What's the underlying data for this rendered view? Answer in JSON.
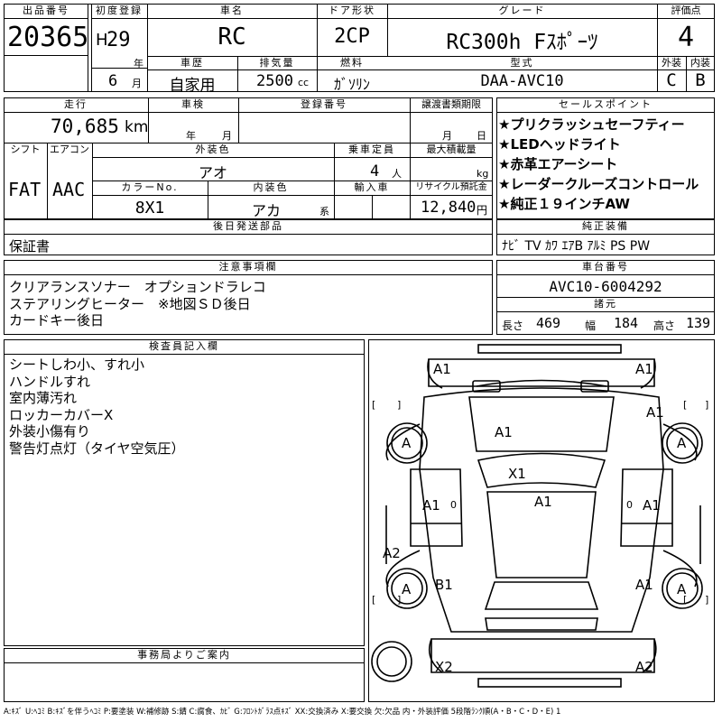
{
  "header": {
    "lot_label": "出品番号",
    "lot_no": "20365",
    "first_reg_label": "初度登録",
    "era": "H",
    "year": "29",
    "year_unit": "年",
    "month": "6",
    "month_unit": "月",
    "car_name_label": "車名",
    "car_name": "RC",
    "door_label": "ドア形状",
    "door": "2CP",
    "grade_label": "グレード",
    "grade": "RC300h Fｽﾎﾟｰﾂ",
    "score_label": "評価点",
    "score": "4",
    "history_label": "車歴",
    "history": "自家用",
    "disp_label": "排気量",
    "disp": "2500",
    "disp_unit": "cc",
    "fuel_label": "燃料",
    "fuel": "ｶﾞｿﾘﾝ",
    "model_label": "型式",
    "model": "DAA-AVC10",
    "ext_label": "外装",
    "ext_grade": "C",
    "int_label": "内装",
    "int_grade": "B"
  },
  "details": {
    "mileage_label": "走行",
    "mileage": "70,685",
    "mileage_unit": "km",
    "inspection_label": "車検",
    "insp_year_unit": "年",
    "insp_month_unit": "月",
    "reg_label": "登録番号",
    "transfer_label": "譲渡書類期限",
    "transfer_month_unit": "月",
    "transfer_day_unit": "日",
    "shift_label": "シフト",
    "shift": "FAT",
    "ac_label": "エアコン",
    "ac": "AAC",
    "ext_color_label": "外装色",
    "ext_color": "アオ",
    "capacity_label": "乗車定員",
    "capacity": "4",
    "capacity_unit": "人",
    "maxload_label": "最大積載量",
    "maxload_unit": "kg",
    "color_no_label": "カラーNo.",
    "color_no": "8X1",
    "int_color_label": "内装色",
    "int_color": "アカ",
    "int_color_unit": "系",
    "import_label": "輸入車",
    "recycle_label": "リサイクル預託金",
    "recycle": "12,840",
    "recycle_unit": "円"
  },
  "sales_points": {
    "label": "セールスポイント",
    "items": [
      "★プリクラッシュセーフティー",
      "★LEDヘッドライト",
      "★赤革エアーシート",
      "★レーダークルーズコントロール",
      "★純正１９インチAW"
    ]
  },
  "parts": {
    "label": "後日発送部品",
    "value": "保証書"
  },
  "equipment": {
    "label": "純正装備",
    "value": "ﾅﾋﾞ TV ｶﾜ ｴｱB ｱﾙﾐ PS PW"
  },
  "notes": {
    "label": "注意事項欄",
    "lines": [
      "クリアランスソナー　オプションドラレコ",
      "ステアリングヒーター　※地図ＳＤ後日",
      "カードキー後日"
    ]
  },
  "chassis": {
    "label": "車台番号",
    "value": "AVC10-6004292"
  },
  "specs": {
    "label": "諸元",
    "length_label": "長さ",
    "length": "469",
    "width_label": "幅",
    "width": "184",
    "height_label": "高さ",
    "height": "139"
  },
  "inspector": {
    "label": "検査員記入欄",
    "lines": [
      "シートしわ小、すれ小",
      "ハンドルすれ",
      "室内薄汚れ",
      "ロッカーカバーX",
      "外装小傷有り",
      "警告灯点灯（タイヤ空気圧）"
    ]
  },
  "office": {
    "label": "事務局よりご案内"
  },
  "diagram": {
    "marks": {
      "top_left": "A1",
      "top_right": "A1",
      "right_front": "A1",
      "hood": "A1",
      "wheel_fl": "A",
      "wheel_fr": "A",
      "windshield": "X1",
      "door_left": "A1",
      "roof": "A1",
      "door_right": "A1",
      "rocker_left": "A2",
      "rear_left": "B1",
      "rear_right": "A1",
      "wheel_rl": "A",
      "wheel_rr": "A",
      "bottom_left": "X2",
      "bottom_right": "A2",
      "door_left_sub": "0",
      "door_right_sub": "0"
    },
    "bracket": "[ ]"
  },
  "legend": "A:ｷｽﾞ U:ﾍｺﾐ B:ｷｽﾞを伴うﾍｺﾐ P:要塗装 W:補修跡 S:錆 C:腐食、ｶﾋﾞ G:ﾌﾛﾝﾄｶﾞﾗｽ点ｷｽﾞ XX:交換済み X:要交換 欠:欠品 内・外装評価 5段階ﾗﾝｸ順(A・B・C・D・E) 1"
}
